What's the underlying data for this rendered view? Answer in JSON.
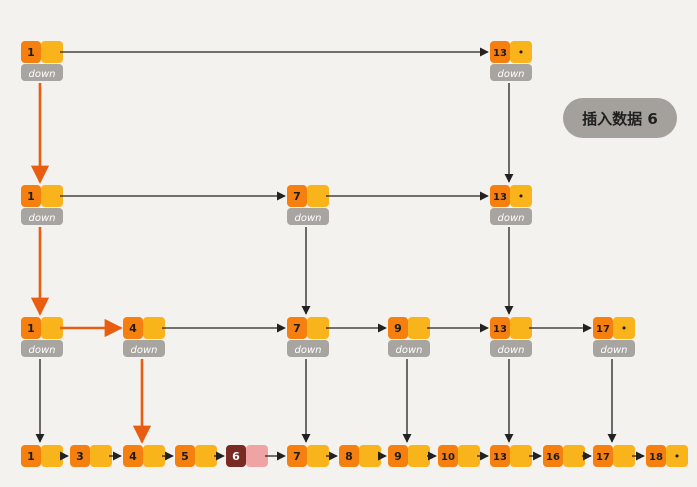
{
  "title_badge": "插入数据 6",
  "down_label": "down",
  "null_marker": "•",
  "colors": {
    "background": "#f4f2ee",
    "key_cell": "#f5800f",
    "pointer_cell": "#f9b31b",
    "inserted_key_cell": "#7a2a25",
    "inserted_pointer_cell": "#f0a3a3",
    "down_tag": "#a8a5a1",
    "arrow": "#222222",
    "search_path": "#e85d10"
  },
  "levels": [
    {
      "level": 3,
      "nodes": [
        {
          "key": "1",
          "down": true
        },
        {
          "key": "13",
          "down": true,
          "tail": true
        }
      ]
    },
    {
      "level": 2,
      "nodes": [
        {
          "key": "1",
          "down": true
        },
        {
          "key": "7",
          "down": true
        },
        {
          "key": "13",
          "down": true,
          "tail": true
        }
      ]
    },
    {
      "level": 1,
      "nodes": [
        {
          "key": "1",
          "down": true
        },
        {
          "key": "4",
          "down": true
        },
        {
          "key": "7",
          "down": true
        },
        {
          "key": "9",
          "down": true
        },
        {
          "key": "13",
          "down": true
        },
        {
          "key": "17",
          "down": true,
          "tail": true
        }
      ]
    },
    {
      "level": 0,
      "nodes": [
        {
          "key": "1"
        },
        {
          "key": "3"
        },
        {
          "key": "4"
        },
        {
          "key": "5"
        },
        {
          "key": "6",
          "inserted": true
        },
        {
          "key": "7"
        },
        {
          "key": "8"
        },
        {
          "key": "9"
        },
        {
          "key": "10"
        },
        {
          "key": "13"
        },
        {
          "key": "16"
        },
        {
          "key": "17"
        },
        {
          "key": "18",
          "tail": true
        }
      ]
    }
  ],
  "search_path": [
    "L3:1",
    "L2:1",
    "L1:1",
    "L1:4",
    "L0:4"
  ]
}
